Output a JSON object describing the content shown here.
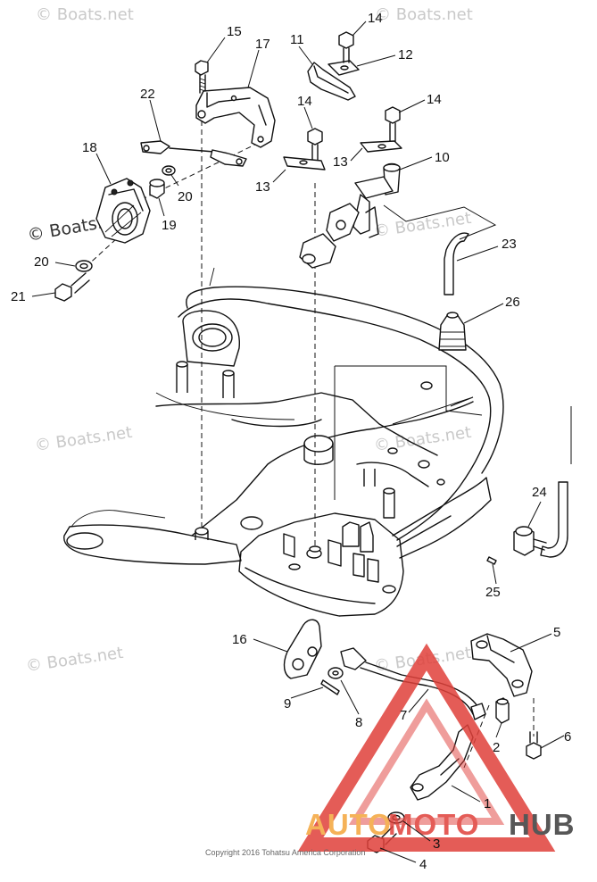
{
  "diagram": {
    "callouts": [
      {
        "id": "c15",
        "label": "15"
      },
      {
        "id": "c17",
        "label": "17"
      },
      {
        "id": "c11",
        "label": "11"
      },
      {
        "id": "c14a",
        "label": "14"
      },
      {
        "id": "c12",
        "label": "12"
      },
      {
        "id": "c22",
        "label": "22"
      },
      {
        "id": "c14b",
        "label": "14"
      },
      {
        "id": "c14c",
        "label": "14"
      },
      {
        "id": "c18",
        "label": "18"
      },
      {
        "id": "c13a",
        "label": "13"
      },
      {
        "id": "c10",
        "label": "10"
      },
      {
        "id": "c20a",
        "label": "20"
      },
      {
        "id": "c13b",
        "label": "13"
      },
      {
        "id": "c19",
        "label": "19"
      },
      {
        "id": "c23",
        "label": "23"
      },
      {
        "id": "c20b",
        "label": "20"
      },
      {
        "id": "c21",
        "label": "21"
      },
      {
        "id": "c26",
        "label": "26"
      },
      {
        "id": "c24",
        "label": "24"
      },
      {
        "id": "c25",
        "label": "25"
      },
      {
        "id": "c16",
        "label": "16"
      },
      {
        "id": "c5",
        "label": "5"
      },
      {
        "id": "c9",
        "label": "9"
      },
      {
        "id": "c8",
        "label": "8"
      },
      {
        "id": "c7",
        "label": "7"
      },
      {
        "id": "c2",
        "label": "2"
      },
      {
        "id": "c6",
        "label": "6"
      },
      {
        "id": "c1",
        "label": "1"
      },
      {
        "id": "c3",
        "label": "3"
      },
      {
        "id": "c4",
        "label": "4"
      }
    ]
  },
  "watermarks": {
    "boats": "© Boats.net",
    "copyright": "Copyright 2016 Tohatsu America Corporation",
    "brand_auto": "AUTO",
    "brand_moto": "MOTO",
    "brand_hub": "HUB"
  },
  "colors": {
    "line": "#111111",
    "watermark": "#c9c9c9",
    "brand_red": "#e0403a",
    "brand_orange": "#f4a53c",
    "brand_dark": "#3a3a3a"
  }
}
